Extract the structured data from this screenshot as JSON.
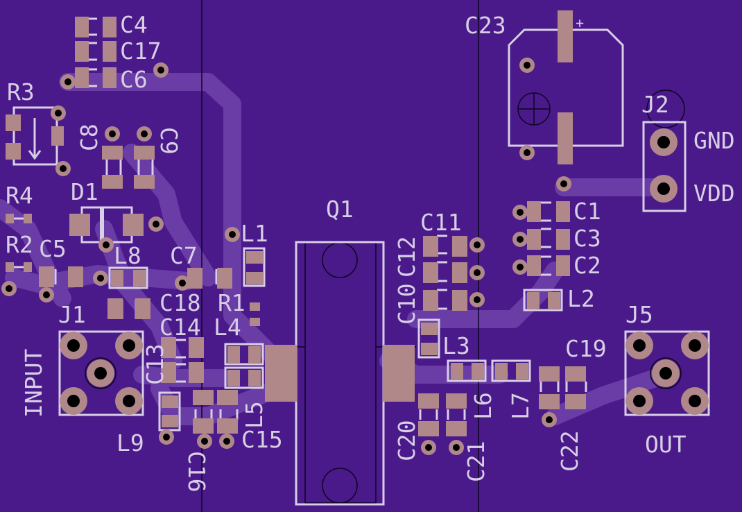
{
  "board": {
    "colors": {
      "board": "#4a1a8a",
      "trace": "#6a3ca6",
      "pad": "#b1888a",
      "silk": "#d8cfe6",
      "outline": "#0c0520"
    },
    "labels": {
      "c4": "C4",
      "c17": "C17",
      "c6": "C6",
      "r3": "R3",
      "c8": "C8",
      "c9": "C9",
      "r4": "R4",
      "d1": "D1",
      "r2": "R2",
      "c5": "C5",
      "l8": "L8",
      "c7": "C7",
      "l1": "L1",
      "q1": "Q1",
      "c11": "C11",
      "c12": "C12",
      "c10": "C10",
      "c23": "C23",
      "plus": "+",
      "j2": "J2",
      "gnd": "GND",
      "vdd": "VDD",
      "c1": "C1",
      "c3": "C3",
      "c2": "C2",
      "l2": "L2",
      "c18": "C18",
      "r1": "R1",
      "c14": "C14",
      "l4": "L4",
      "j1": "J1",
      "input": "INPUT",
      "c13": "C13",
      "l3": "L3",
      "c19": "C19",
      "j5": "J5",
      "l6": "L6",
      "l7": "L7",
      "l5": "L5",
      "c15": "C15",
      "l9": "L9",
      "c16": "C16",
      "c20": "C20",
      "c21": "C21",
      "c22": "C22",
      "out": "OUT"
    }
  }
}
